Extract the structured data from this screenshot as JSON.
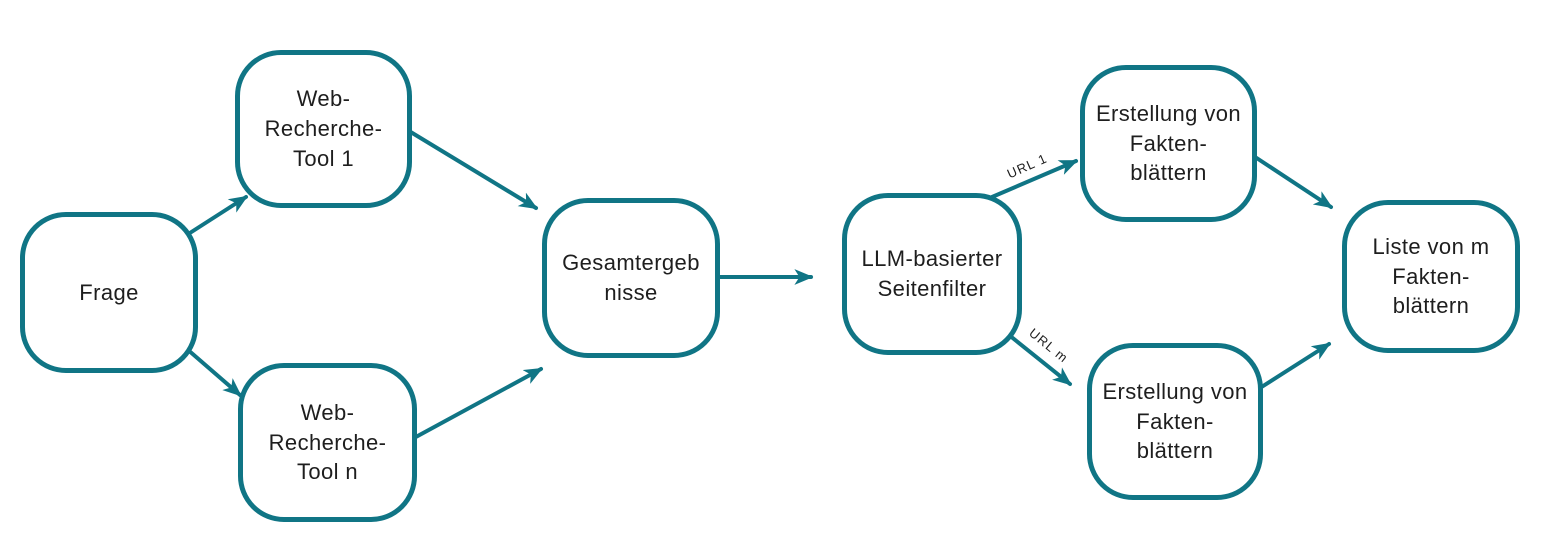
{
  "diagram": {
    "accent_color": "#107585",
    "text_color": "#1e1e1e",
    "background_color": "#ffffff",
    "nodes": [
      {
        "id": "frage",
        "label": "Frage"
      },
      {
        "id": "web-recherche-tool-1",
        "label": "Web-\nRecherche-\nTool 1"
      },
      {
        "id": "web-recherche-tool-n",
        "label": "Web-\nRecherche-\nTool n"
      },
      {
        "id": "gesamtergebnisse",
        "label": "Gesamtergeb\nnisse"
      },
      {
        "id": "llm-basierter-seitenfilter",
        "label": "LLM-basierter\nSeitenfilter"
      },
      {
        "id": "erstellung-faktenblaetter-oben",
        "label": "Erstellung von\nFakten-\nblättern"
      },
      {
        "id": "erstellung-faktenblaetter-unten",
        "label": "Erstellung von\nFakten-\nblättern"
      },
      {
        "id": "liste-von-m-faktenblaettern",
        "label": "Liste von m\nFakten-\nblättern"
      }
    ],
    "edge_labels": [
      {
        "id": "url-1",
        "text": "URL 1"
      },
      {
        "id": "url-m",
        "text": "URL m"
      }
    ]
  }
}
